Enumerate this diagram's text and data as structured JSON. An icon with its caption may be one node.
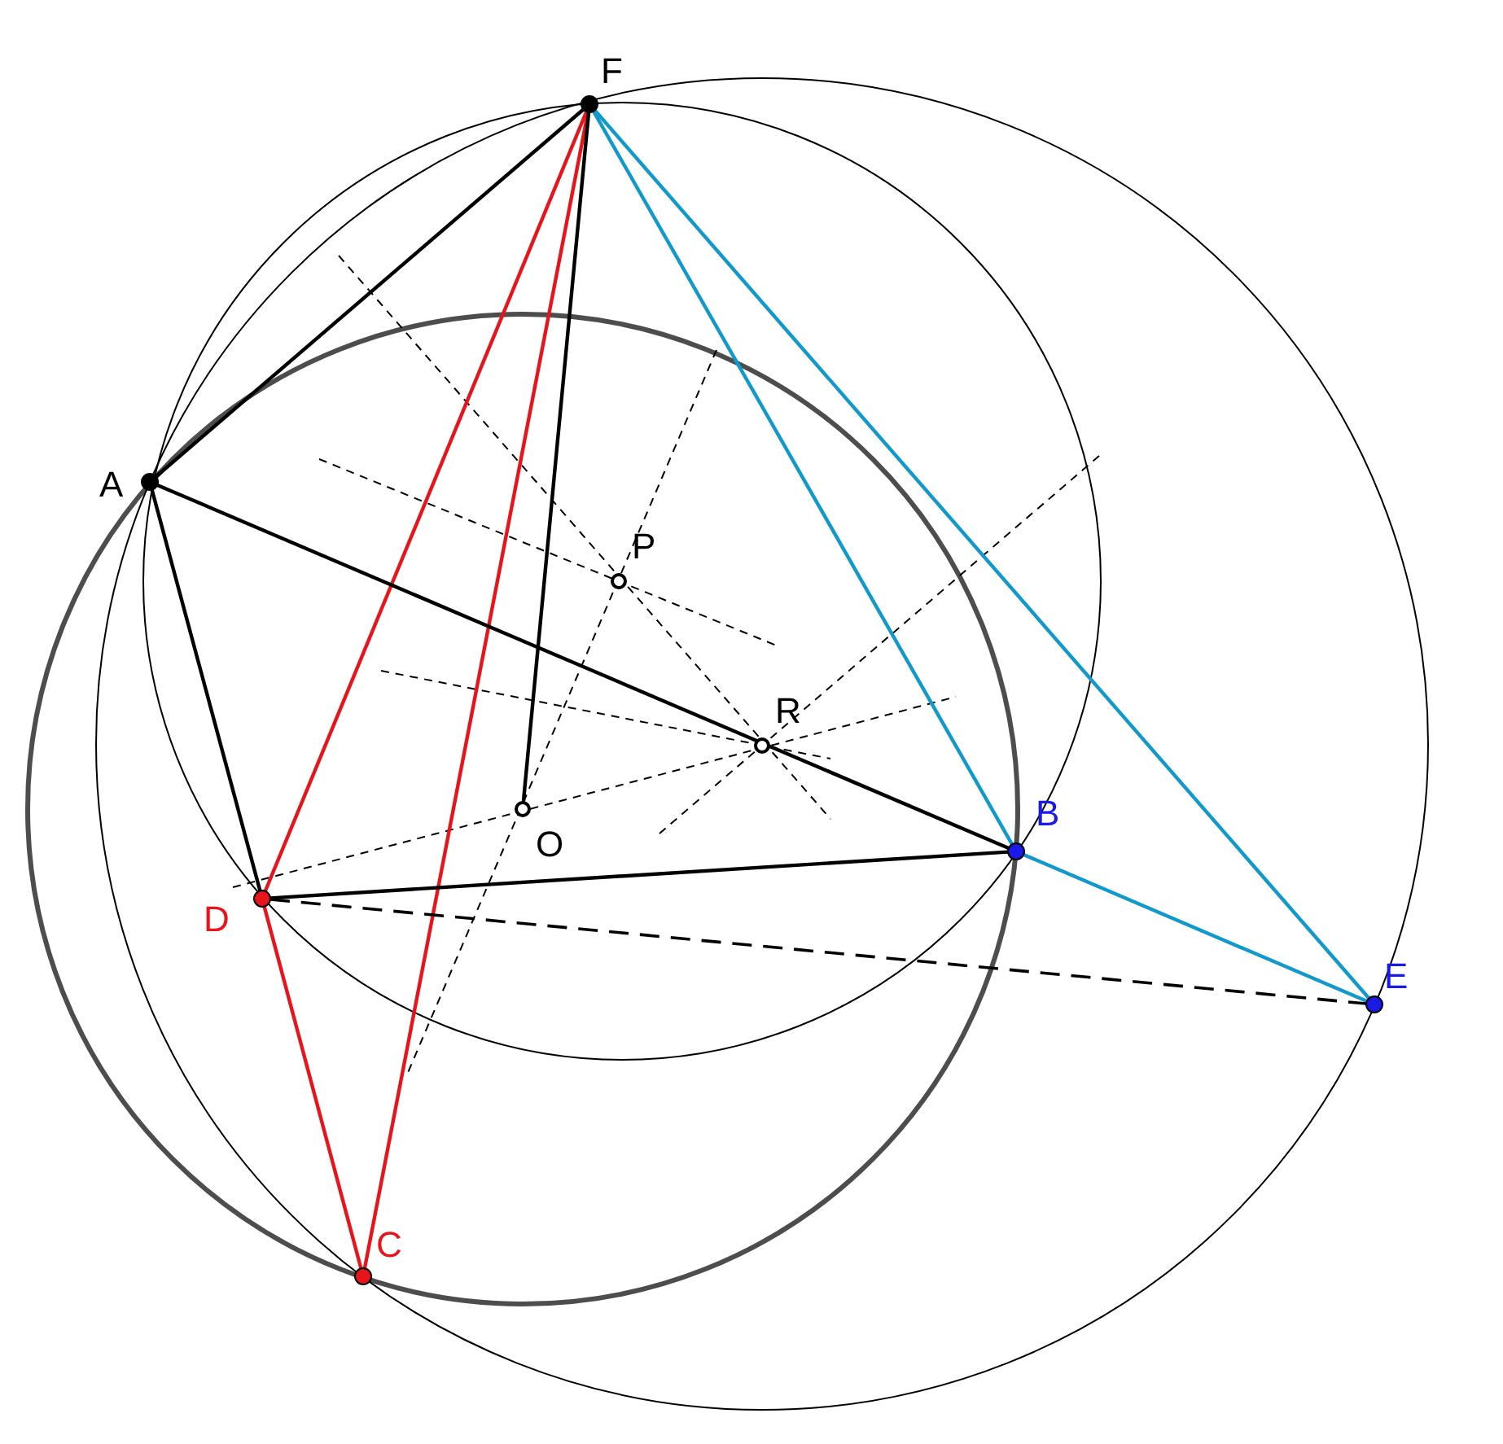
{
  "diagram": {
    "nodes": [
      {
        "text": [
          "F"
        ]
      },
      {
        "text": [
          "A"
        ]
      },
      {
        "text": [
          "P"
        ]
      },
      {
        "text": [
          "R"
        ]
      },
      {
        "text": [
          "O"
        ]
      },
      {
        "text": [
          "B"
        ]
      },
      {
        "text": [
          "D"
        ]
      },
      {
        "text": [
          "E"
        ]
      },
      {
        "text": [
          "C"
        ]
      }
    ],
    "edges": [
      {
        "from": 0,
        "to": 1,
        "arrow": "none"
      },
      {
        "from": 0,
        "to": 6,
        "arrow": "none",
        "color": "#e8141c"
      },
      {
        "from": 0,
        "to": 8,
        "arrow": "none",
        "color": "#e8141c"
      },
      {
        "from": 0,
        "to": 4,
        "arrow": "none"
      },
      {
        "from": 0,
        "to": 5,
        "arrow": "none",
        "color": "#1199cc"
      },
      {
        "from": 0,
        "to": 7,
        "arrow": "none",
        "color": "#1199cc"
      },
      {
        "from": 1,
        "to": 5,
        "arrow": "none"
      },
      {
        "from": 1,
        "to": 6,
        "arrow": "none"
      },
      {
        "from": 6,
        "to": 5,
        "arrow": "none"
      },
      {
        "from": 6,
        "to": 8,
        "arrow": "none",
        "color": "#e8141c"
      },
      {
        "from": 5,
        "to": 7,
        "arrow": "none",
        "color": "#1199cc"
      },
      {
        "from": 6,
        "to": 7,
        "arrow": "none",
        "style": "dashed"
      }
    ]
  }
}
